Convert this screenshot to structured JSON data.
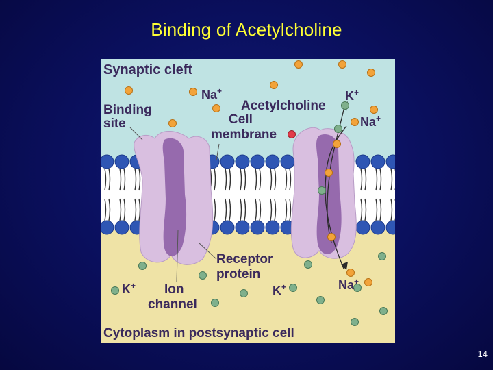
{
  "slide": {
    "title": "Binding of Acetylcholine",
    "page_number": "14"
  },
  "figure": {
    "labels": {
      "synaptic_cleft": "Synaptic cleft",
      "na_top": "Na",
      "k_top": "K",
      "binding_line1": "Binding",
      "binding_line2": "site",
      "acetylcholine": "Acetylcholine",
      "na_right": "Na",
      "cell_membrane_line1": "Cell",
      "cell_membrane_line2": "membrane",
      "receptor_line1": "Receptor",
      "receptor_line2": "protein",
      "k_left": "K",
      "ion_line1": "Ion",
      "ion_line2": "channel",
      "k_bottom": "K",
      "na_bottom": "Na",
      "cytoplasm": "Cytoplasm in postsynaptic cell",
      "plus": "+"
    },
    "colors": {
      "cleft": "#bfe3e3",
      "cytoplasm": "#efe3a6",
      "phospholipid_head": "#2f56b4",
      "receptor": "#d9bfe0",
      "channel": "#8a5aa3",
      "sodium_ion": "#f2a33a",
      "potassium_ion": "#7fb08c",
      "acetylcholine": "#e23b4a"
    }
  }
}
